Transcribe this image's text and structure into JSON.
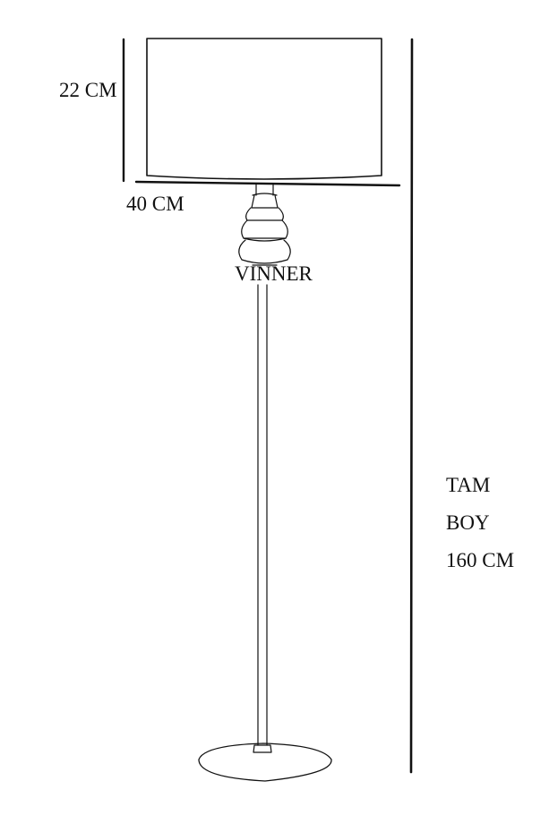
{
  "product": {
    "model_name": "VINNER"
  },
  "dimensions": {
    "shade_height": "22 CM",
    "shade_width": "40 CM",
    "total_label_line1": "TAM",
    "total_label_line2": "BOY",
    "total_height": "160 CM"
  },
  "colors": {
    "ink": "#111111",
    "background": "#ffffff"
  }
}
